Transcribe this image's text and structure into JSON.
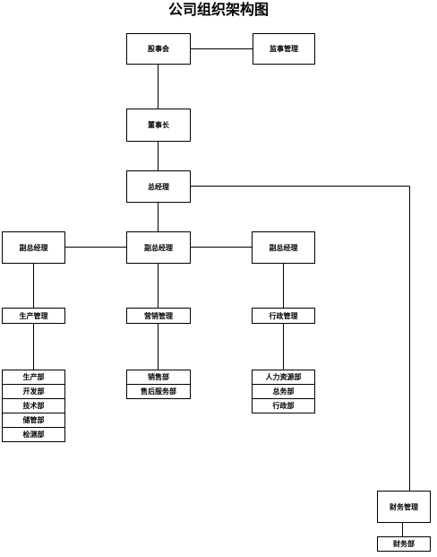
{
  "title": "公司组织架构图",
  "nodes": {
    "board": "股事会",
    "supervisory": "监事管理",
    "chairman": "董事长",
    "general_manager": "总经理",
    "vp_left": "副总经理",
    "vp_center": "副总经理",
    "vp_right": "副总经理",
    "production_mgmt": "生产管理",
    "marketing_mgmt": "营销管理",
    "admin_mgmt": "行政管理",
    "finance_mgmt": "财务管理"
  },
  "departments": {
    "production": [
      "生产部",
      "开发部",
      "技术部",
      "储管部",
      "检测部"
    ],
    "marketing": [
      "销售部",
      "售后服务部"
    ],
    "admin": [
      "人力资源部",
      "总务部",
      "行政部"
    ],
    "finance": [
      "财务部"
    ]
  }
}
